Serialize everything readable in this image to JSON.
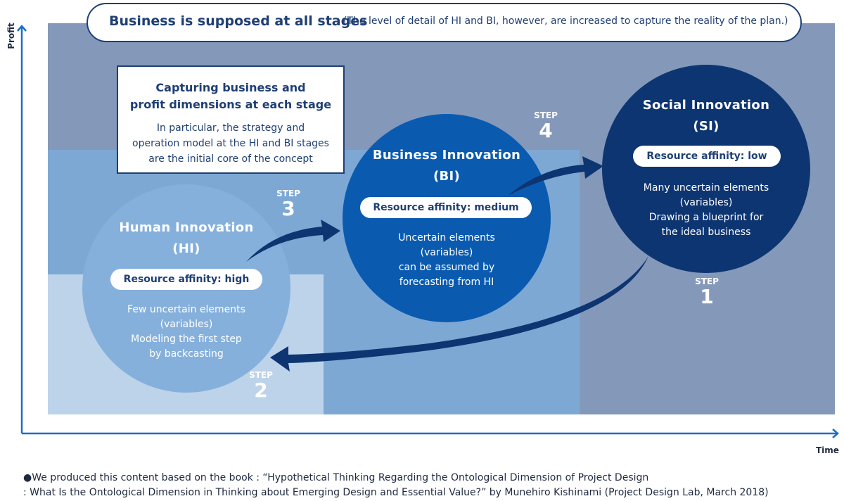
{
  "banner": {
    "title": "Business is supposed at all stages",
    "subtitle": "(The level of detail of HI and BI, however, are increased to capture the reality of the plan.)"
  },
  "axes": {
    "y_label": "Profit",
    "x_label": "Time"
  },
  "callout": {
    "title_lines": [
      "Capturing business and",
      "profit dimensions at each stage"
    ],
    "body_lines": [
      "In particular, the strategy and",
      "operation model at the HI and BI stages",
      "are the initial core of the concept"
    ]
  },
  "circles": {
    "hi": {
      "title_lines": [
        "Human Innovation",
        "(HI)"
      ],
      "pill": "Resource affinity: high",
      "body_lines": [
        "Few uncertain elements",
        "(variables)",
        "Modeling the first step",
        "by backcasting"
      ]
    },
    "bi": {
      "title_lines": [
        "Business Innovation",
        "(BI)"
      ],
      "pill": "Resource affinity: medium",
      "body_lines": [
        "Uncertain elements",
        "(variables)",
        "can be assumed by",
        "forecasting from HI"
      ]
    },
    "si": {
      "title_lines": [
        "Social Innovation",
        "(SI)"
      ],
      "pill": "Resource affinity: low",
      "body_lines": [
        "Many uncertain elements",
        "(variables)",
        "Drawing a blueprint for",
        "the ideal business"
      ]
    }
  },
  "steps": {
    "word": "STEP",
    "s1": "1",
    "s2": "2",
    "s3": "3",
    "s4": "4"
  },
  "footnote": {
    "line1": "●We produced this content based on the book : “Hypothetical Thinking Regarding the Ontological Dimension of Project Design",
    "line2": ": What Is the Ontological Dimension in Thinking about Emerging Design and Essential Value?” by Munehiro Kishinami (Project Design Lab, March 2018)"
  },
  "colors": {
    "outer_band": "#8499ba",
    "middle_band": "#7ea8d4",
    "inner_band": "#bcd3ea",
    "hi_circle": "#86b0dc",
    "bi_circle": "#0a5bb0",
    "si_circle": "#0d3572",
    "navy": "#1f3f74",
    "axis": "#1a6fc4"
  }
}
